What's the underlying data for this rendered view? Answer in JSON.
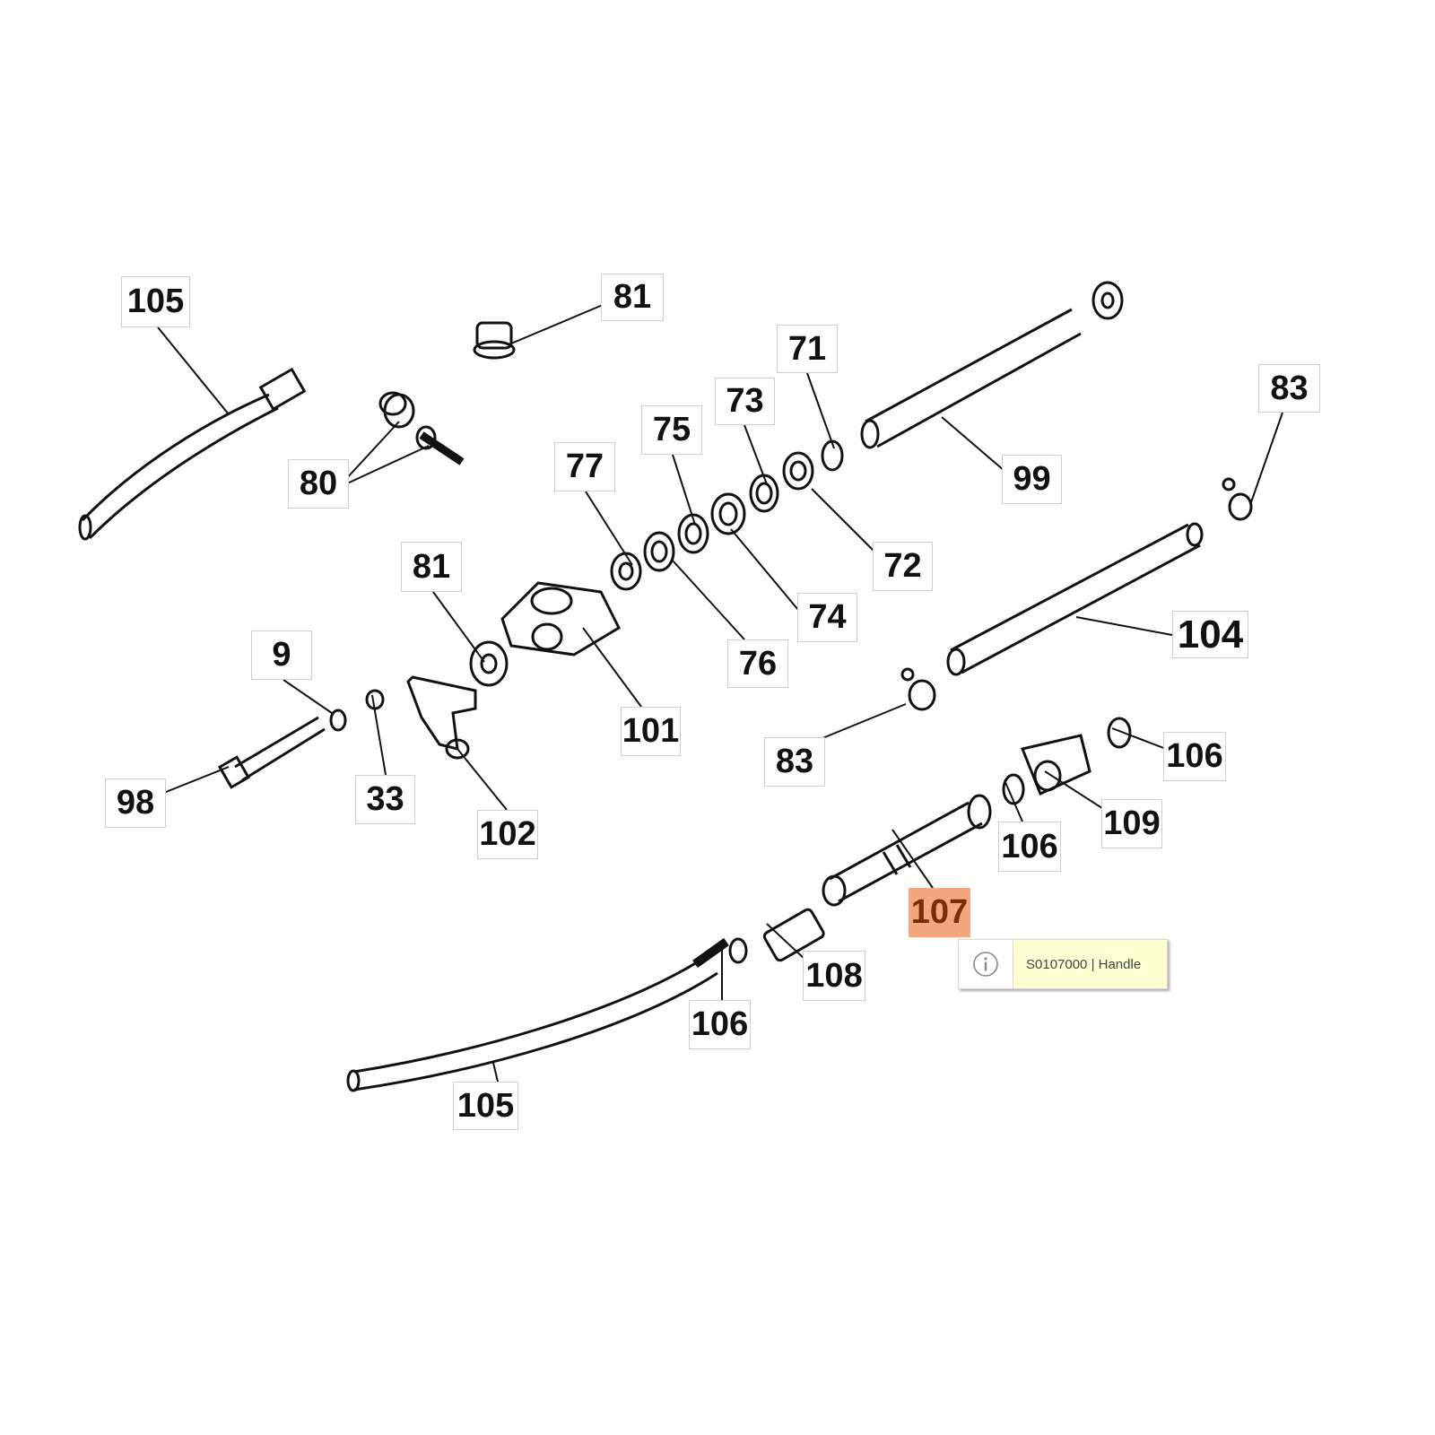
{
  "callouts": [
    {
      "label": "105"
    },
    {
      "label": "81"
    },
    {
      "label": "71"
    },
    {
      "label": "73"
    },
    {
      "label": "75"
    },
    {
      "label": "83"
    },
    {
      "label": "77"
    },
    {
      "label": "80"
    },
    {
      "label": "99"
    },
    {
      "label": "72"
    },
    {
      "label": "74"
    },
    {
      "label": "81"
    },
    {
      "label": "104"
    },
    {
      "label": "9"
    },
    {
      "label": "76"
    },
    {
      "label": "101"
    },
    {
      "label": "83"
    },
    {
      "label": "106"
    },
    {
      "label": "98"
    },
    {
      "label": "33"
    },
    {
      "label": "106"
    },
    {
      "label": "109"
    },
    {
      "label": "102"
    },
    {
      "label": "107"
    },
    {
      "label": "108"
    },
    {
      "label": "106"
    },
    {
      "label": "105"
    }
  ],
  "highlight": {
    "label": "107",
    "color": "#f4a77f"
  },
  "tooltip": {
    "icon": "info-icon",
    "text": "S0107000 | Handle"
  }
}
